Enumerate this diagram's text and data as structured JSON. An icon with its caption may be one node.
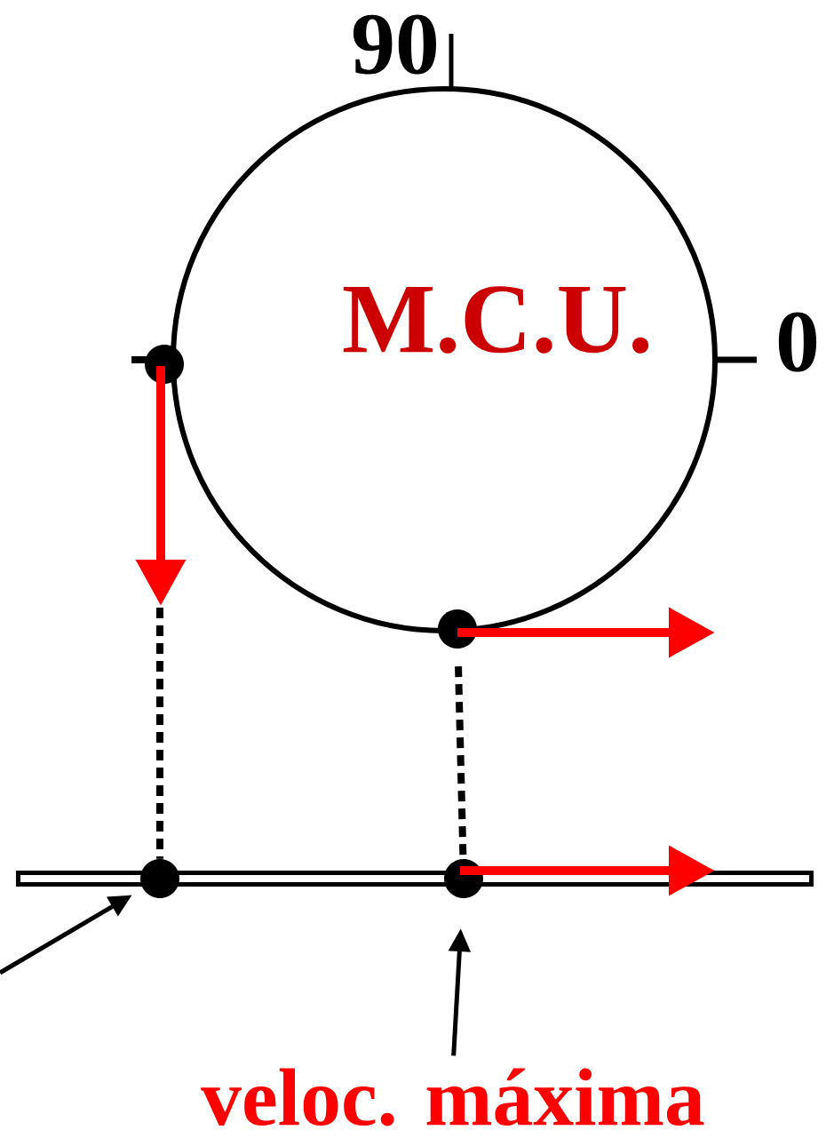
{
  "diagram": {
    "nodes": [
      {
        "text": [
          "M.C.U."
        ]
      },
      {
        "text": [],
        "shape": "circle"
      },
      {
        "text": [],
        "shape": "circle"
      },
      {
        "text": [],
        "shape": "bar"
      },
      {
        "text": [],
        "shape": "circle"
      },
      {
        "text": [],
        "shape": "circle"
      },
      {
        "text": [
          "veloc. máxima"
        ]
      }
    ],
    "edges": [
      {
        "from": null,
        "to": 4,
        "arrow": "none",
        "style": "dashed"
      },
      {
        "from": 2,
        "to": 5,
        "arrow": "none",
        "style": "dashed"
      },
      {
        "from": null,
        "to": 4,
        "arrow": "to"
      },
      {
        "from": 6,
        "to": 5,
        "arrow": "to"
      }
    ],
    "labels": [
      "90",
      "0"
    ]
  }
}
